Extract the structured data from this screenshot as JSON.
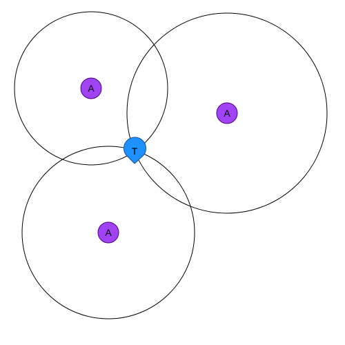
{
  "anchors": [
    {
      "id": "anchor-1",
      "label": "A",
      "fill": "#a142f5"
    },
    {
      "id": "anchor-2",
      "label": "A",
      "fill": "#a142f5"
    },
    {
      "id": "anchor-3",
      "label": "A",
      "fill": "#a142f5"
    }
  ],
  "tag": {
    "label": "T",
    "fill": "#1e90ff"
  },
  "colors": {
    "background": "#ffffff",
    "circle_stroke": "#000000",
    "anchor_stroke": "#4b0082",
    "tag_stroke": "#0b4f9c"
  }
}
